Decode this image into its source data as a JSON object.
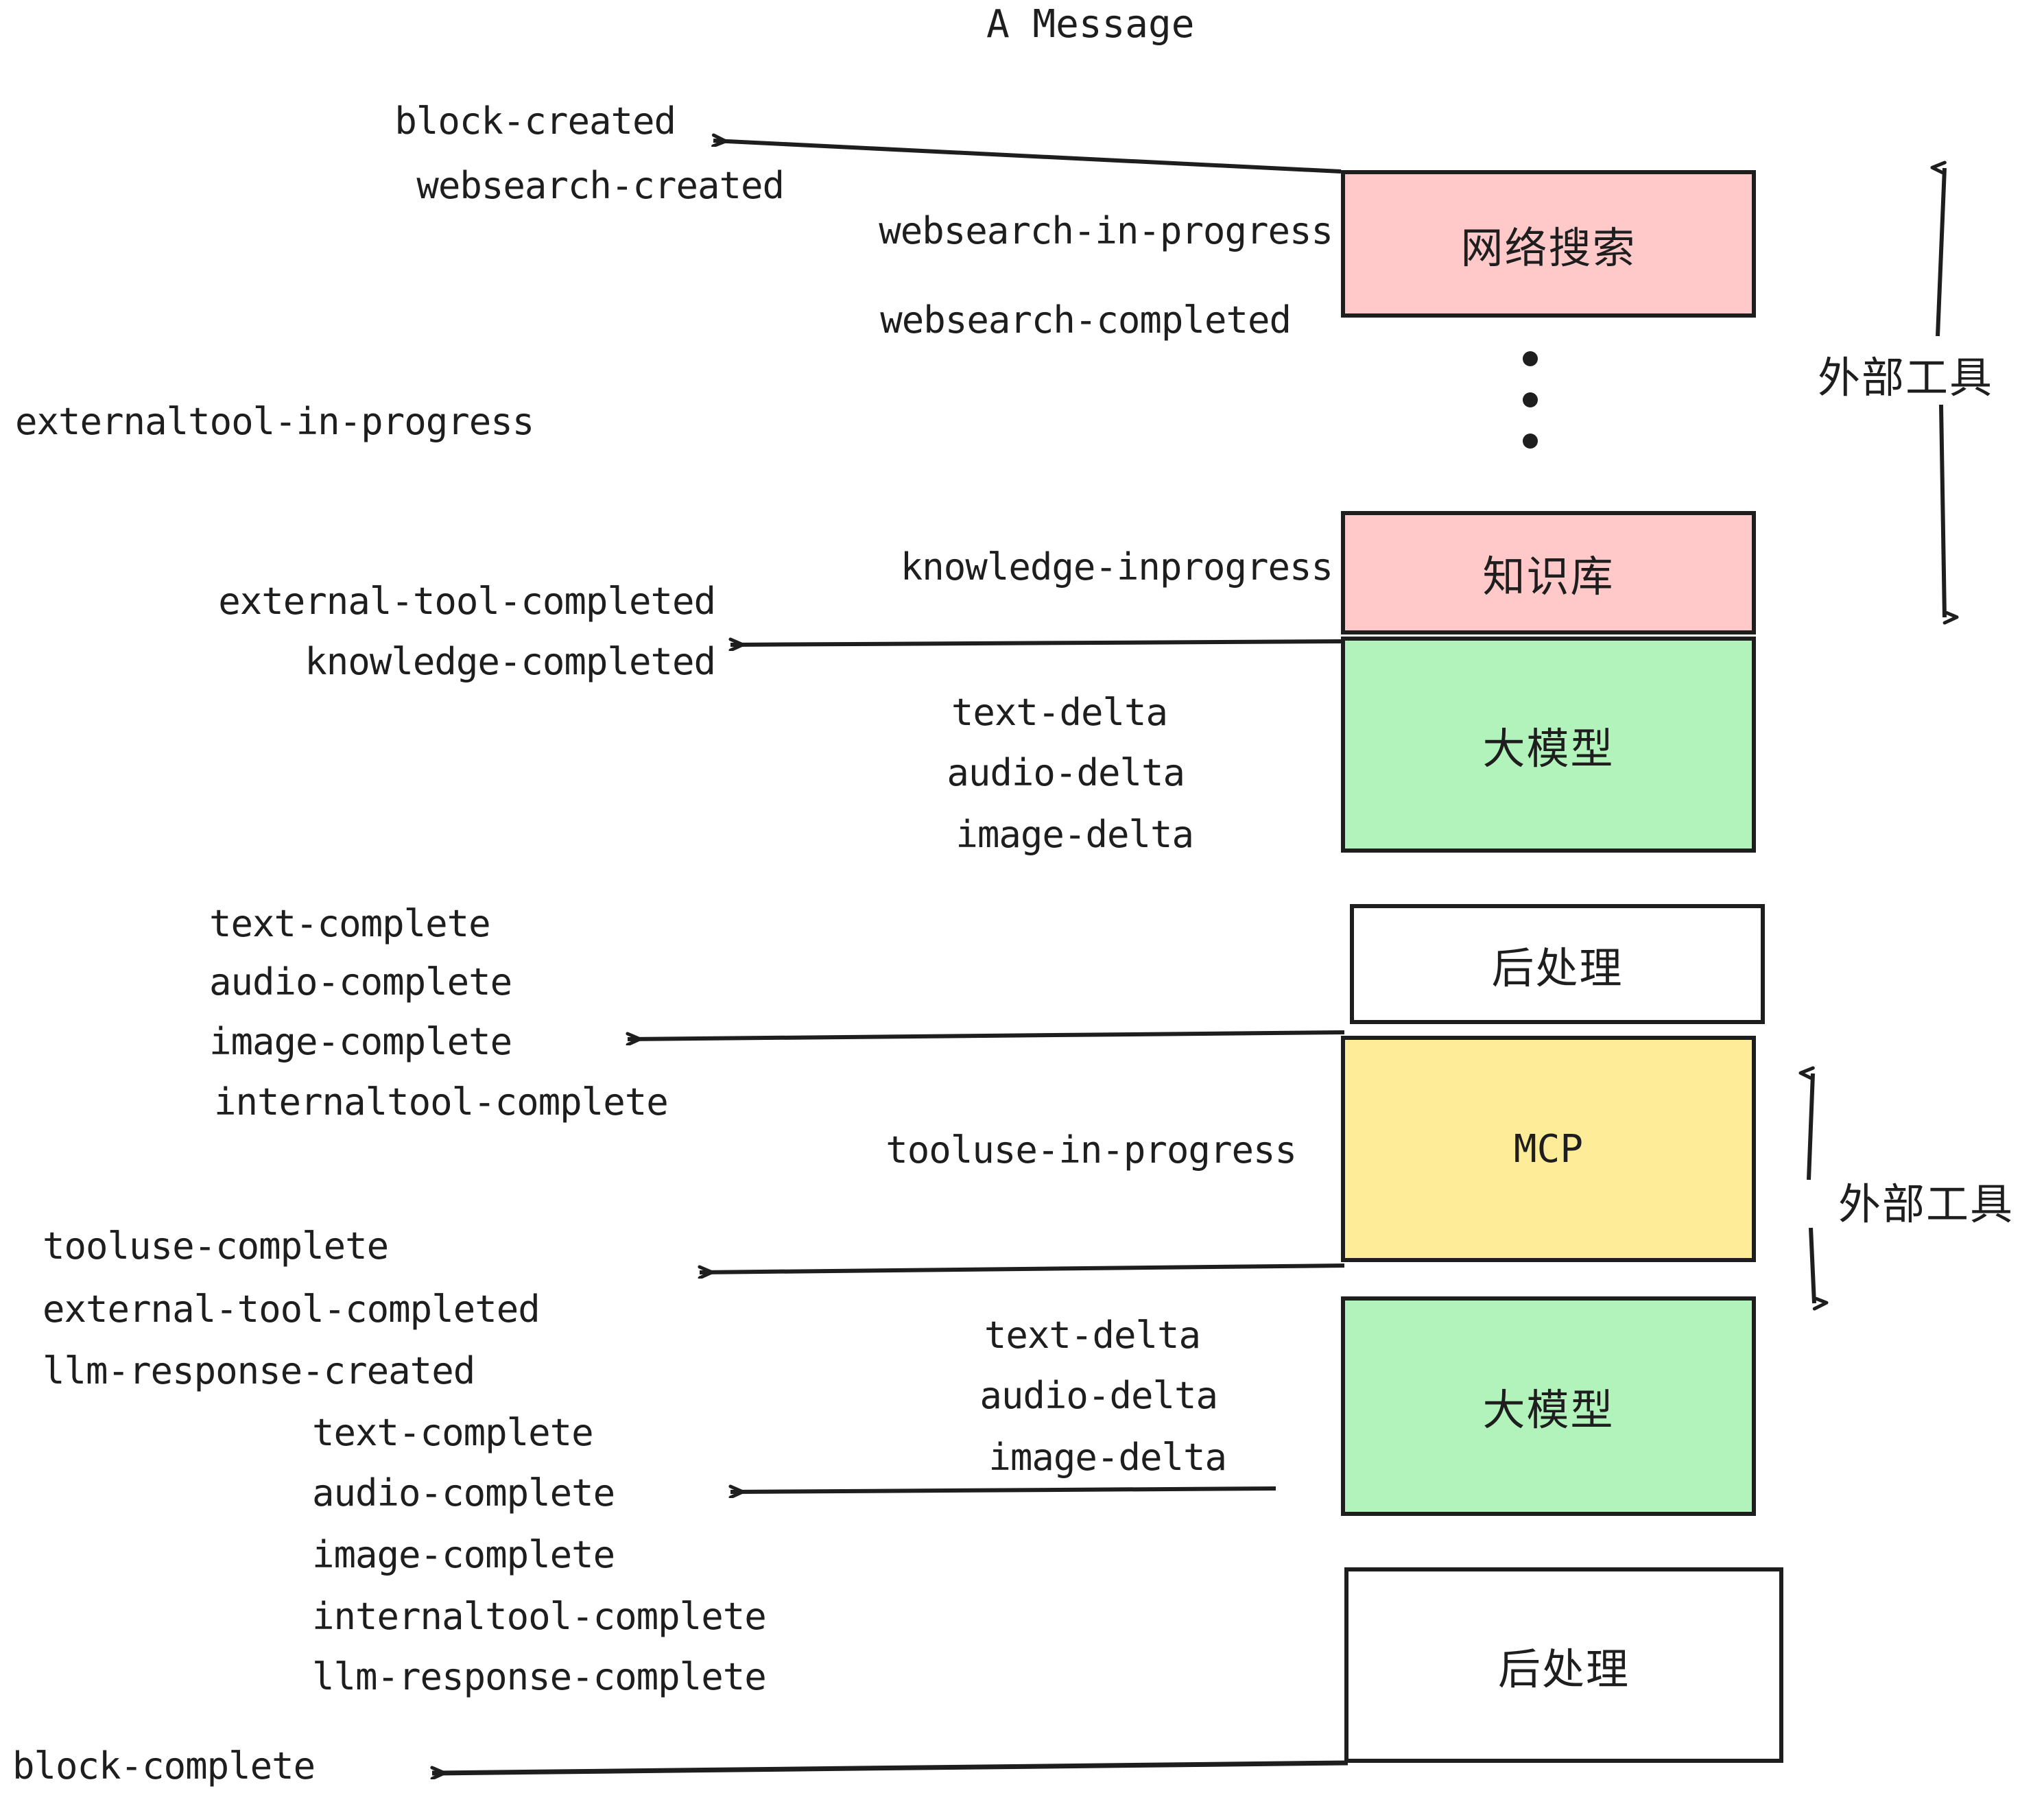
{
  "title": "A Message",
  "colors": {
    "pink": "#ffc9c9",
    "green": "#b2f2bb",
    "yellow": "#ffec99",
    "white": "#ffffff",
    "stroke": "#1e1e1e"
  },
  "boxes": [
    {
      "id": "websearch",
      "label": "网络搜索",
      "fill": "#ffc9c9"
    },
    {
      "id": "knowledge",
      "label": "知识库",
      "fill": "#ffc9c9"
    },
    {
      "id": "llm-1",
      "label": "大模型",
      "fill": "#b2f2bb"
    },
    {
      "id": "postprocess-1",
      "label": "后处理",
      "fill": "#ffffff"
    },
    {
      "id": "mcp",
      "label": "MCP",
      "fill": "#ffec99"
    },
    {
      "id": "llm-2",
      "label": "大模型",
      "fill": "#b2f2bb"
    },
    {
      "id": "postprocess-2",
      "label": "后处理",
      "fill": "#ffffff"
    }
  ],
  "side_annotations": [
    {
      "id": "external-tools-top",
      "label": "外部工具"
    },
    {
      "id": "external-tools-bottom",
      "label": "外部工具"
    }
  ],
  "events": {
    "block_created": "block-created",
    "websearch_created": "websearch-created",
    "websearch_in_progress": "websearch-in-progress",
    "websearch_completed": "websearch-completed",
    "externaltool_in_progress": "externaltool-in-progress",
    "knowledge_inprogress": "knowledge-inprogress",
    "external_tool_completed_1": "external-tool-completed",
    "knowledge_completed": "knowledge-completed",
    "text_delta_1": "text-delta",
    "audio_delta_1": "audio-delta",
    "image_delta_1": "image-delta",
    "text_complete_1": "text-complete",
    "audio_complete_1": "audio-complete",
    "image_complete_1": "image-complete",
    "internaltool_complete_1": "internaltool-complete",
    "tooluse_in_progress": "tooluse-in-progress",
    "tooluse_complete": "tooluse-complete",
    "external_tool_completed_2": "external-tool-completed",
    "llm_response_created": "llm-response-created",
    "text_delta_2": "text-delta",
    "audio_delta_2": "audio-delta",
    "image_delta_2": "image-delta",
    "text_complete_2": "text-complete",
    "audio_complete_2": "audio-complete",
    "image_complete_2": "image-complete",
    "internaltool_complete_2": "internaltool-complete",
    "llm_response_complete": "llm-response-complete",
    "block_complete": "block-complete"
  }
}
